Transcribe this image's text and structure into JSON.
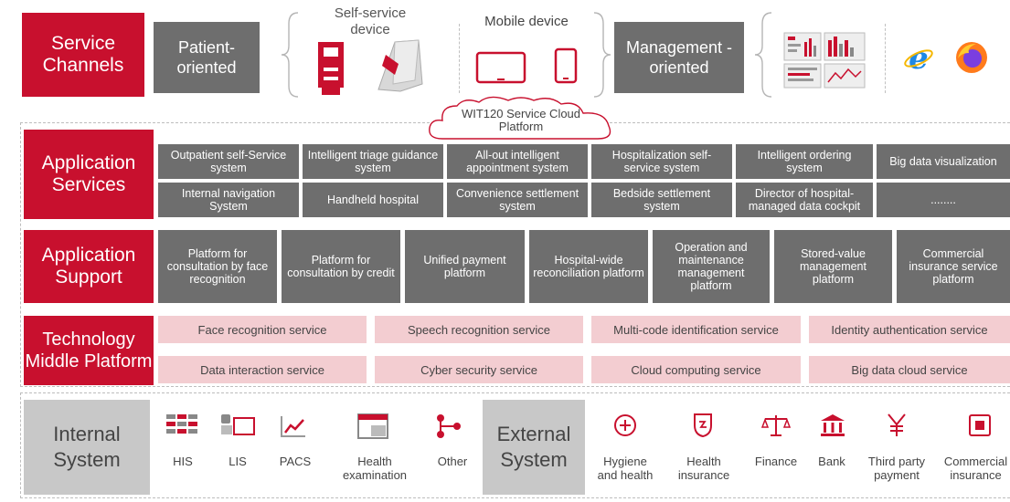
{
  "service_channels": {
    "title": "Service Channels",
    "patient_oriented": "Patient-oriented",
    "self_service": "Self-service device",
    "mobile": "Mobile device",
    "management_oriented": "Management -oriented"
  },
  "cloud": {
    "label": "WIT120 Service Cloud Platform"
  },
  "application_services": {
    "title": "Application Services",
    "row1": [
      "Outpatient self-Service system",
      "Intelligent triage guidance system",
      "All-out intelligent appointment system",
      "Hospitalization self-service system",
      "Intelligent ordering system",
      "Big data visualization"
    ],
    "row2": [
      "Internal navigation System",
      "Handheld hospital",
      "Convenience settlement system",
      "Bedside settlement system",
      "Director of hospital-managed data cockpit",
      "........"
    ]
  },
  "application_support": {
    "title": "Application Support",
    "items": [
      "Platform for consultation by face recognition",
      "Platform for consultation by credit",
      "Unified payment platform",
      "Hospital-wide reconciliation platform",
      "Operation and maintenance management platform",
      "Stored-value management platform",
      "Commercial insurance service platform"
    ]
  },
  "technology_middle": {
    "title": "Technology Middle Platform",
    "row1": [
      "Face recognition service",
      "Speech recognition service",
      "Multi-code identification service",
      "Identity authentication service"
    ],
    "row2": [
      "Data interaction service",
      "Cyber security service",
      "Cloud computing service",
      "Big data cloud service"
    ]
  },
  "internal_system": {
    "title": "Internal System",
    "items": [
      {
        "label": "HIS",
        "icon": "his-icon"
      },
      {
        "label": "LIS",
        "icon": "lis-icon"
      },
      {
        "label": "PACS",
        "icon": "pacs-icon"
      },
      {
        "label": "Health examination",
        "icon": "health-exam-icon"
      },
      {
        "label": "Other",
        "icon": "other-icon"
      }
    ]
  },
  "external_system": {
    "title": "External System",
    "items": [
      {
        "label": "Hygiene and health",
        "icon": "hygiene-icon"
      },
      {
        "label": "Health insurance",
        "icon": "health-insurance-icon"
      },
      {
        "label": "Finance",
        "icon": "finance-icon"
      },
      {
        "label": "Bank",
        "icon": "bank-icon"
      },
      {
        "label": "Third party payment",
        "icon": "third-party-payment-icon"
      },
      {
        "label": "Commercial insurance",
        "icon": "commercial-insurance-icon"
      }
    ]
  },
  "colors": {
    "red": "#c8102e",
    "gray": "#6e6e6e",
    "pink": "#f3cdd1",
    "light_gray": "#c8c8c8"
  }
}
